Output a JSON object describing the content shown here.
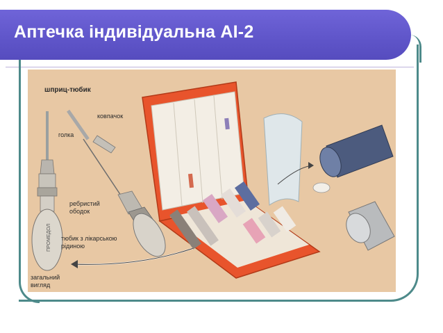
{
  "slide": {
    "title": "Аптечка індивідуальна АІ-2"
  },
  "labels": {
    "syringe_tube": "шприц-тюбик",
    "cap": "ковпачок",
    "needle": "голка",
    "ribbed_rim": "ребристий\nободок",
    "tube_with_liquid": "тюбик з лікарською\nрідиною",
    "general_view": "загальний\nвигляд"
  },
  "colors": {
    "banner": "#5f55c9",
    "frame": "#4d8a8a",
    "case": "#e8542c",
    "background_illustration": "#e8c8a4"
  }
}
